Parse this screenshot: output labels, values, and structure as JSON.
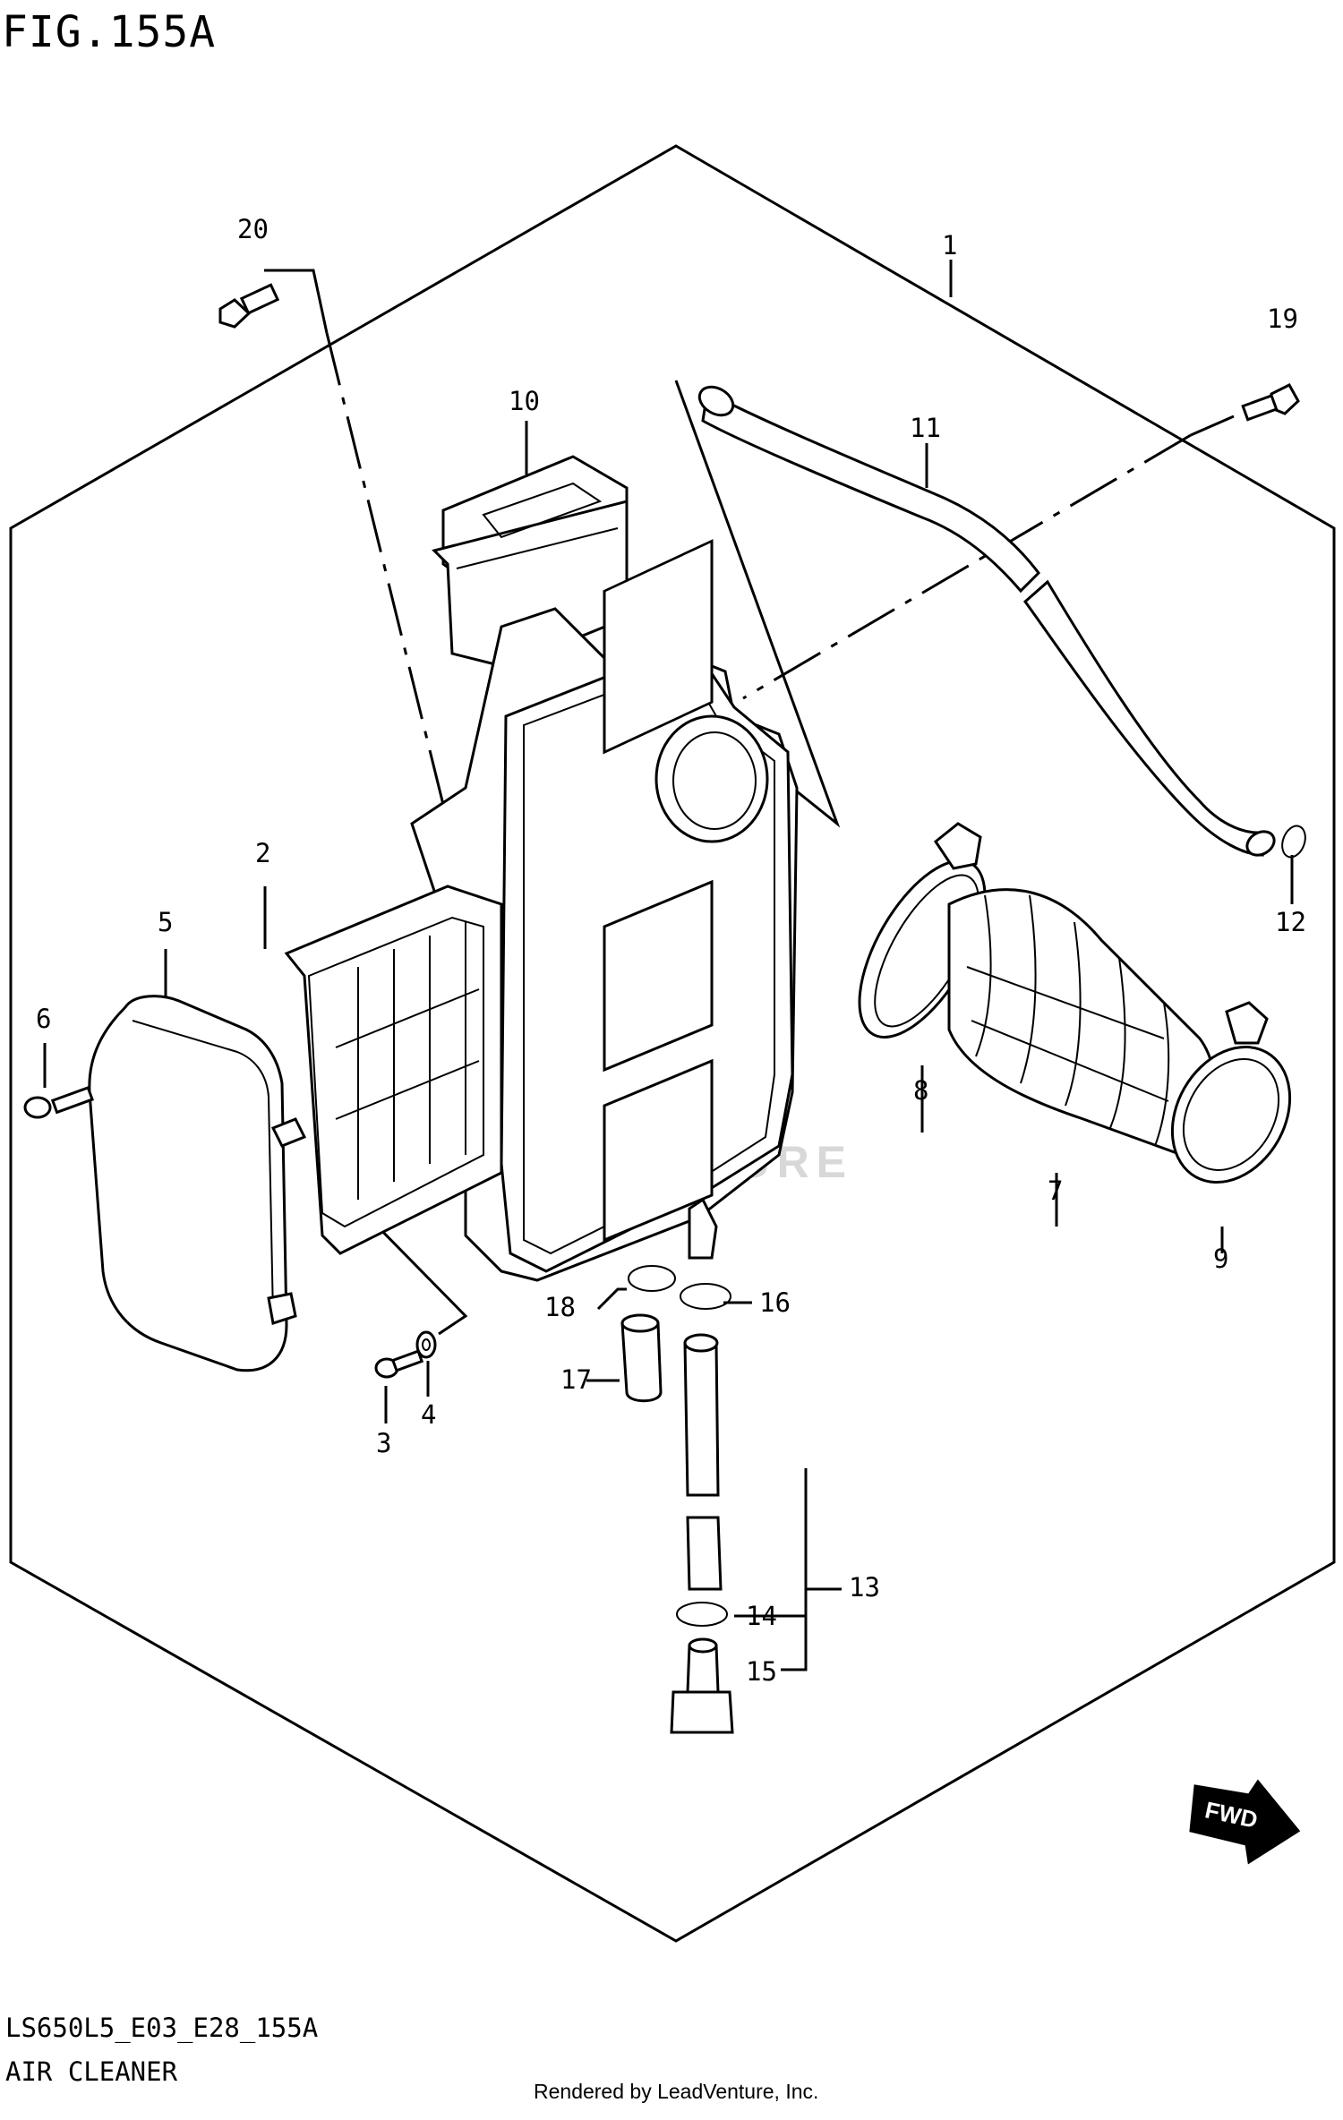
{
  "figure_id": "FIG.155A",
  "diagram_code": "LS650L5_E03_E28_155A",
  "section_name": "AIR CLEANER",
  "rendered_by": "Rendered by LeadVenture, Inc.",
  "watermark": "LEADVENTURE",
  "fwd_label": "FWD",
  "callouts": [
    "1",
    "2",
    "3",
    "4",
    "5",
    "6",
    "7",
    "8",
    "9",
    "10",
    "11",
    "12",
    "13",
    "14",
    "15",
    "16",
    "17",
    "18",
    "19",
    "20"
  ]
}
